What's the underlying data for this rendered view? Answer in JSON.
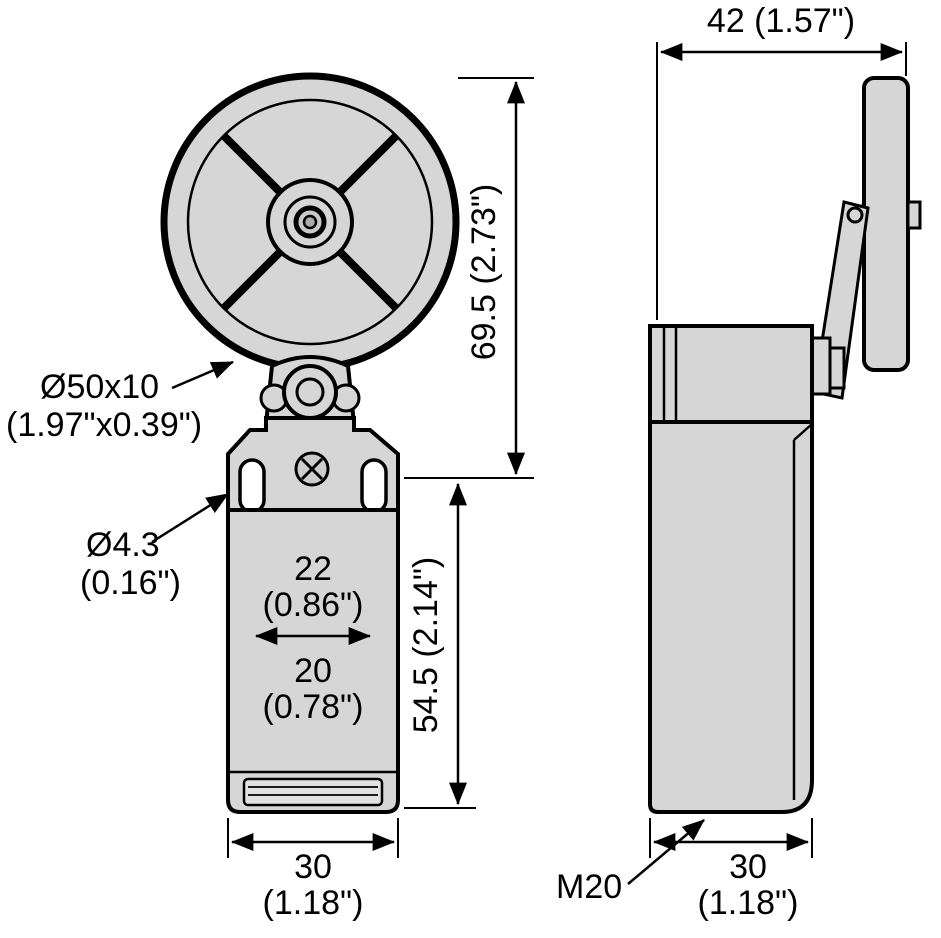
{
  "front_view": {
    "roller_label_line1": "Ø50x10",
    "roller_label_line2": "(1.97\"x0.39\")",
    "hole_label_line1": "Ø4.3",
    "hole_label_line2": "(0.16\")",
    "dim_height_total": "69.5 (2.73\")",
    "dim_height_body": "54.5 (2.14\")",
    "dim_slot_spacing_mm": "22",
    "dim_slot_spacing_in": "(0.86\")",
    "dim_hole_spacing_mm": "20",
    "dim_hole_spacing_in": "(0.78\")",
    "dim_width_mm": "30",
    "dim_width_in": "(1.18\")"
  },
  "side_view": {
    "dim_depth": "42 (1.57\")",
    "thread_label": "M20",
    "dim_width_mm": "30",
    "dim_width_in": "(1.18\")"
  },
  "colors": {
    "part_fill": "#d6d6d6",
    "line_color": "#000000",
    "background": "#ffffff"
  }
}
